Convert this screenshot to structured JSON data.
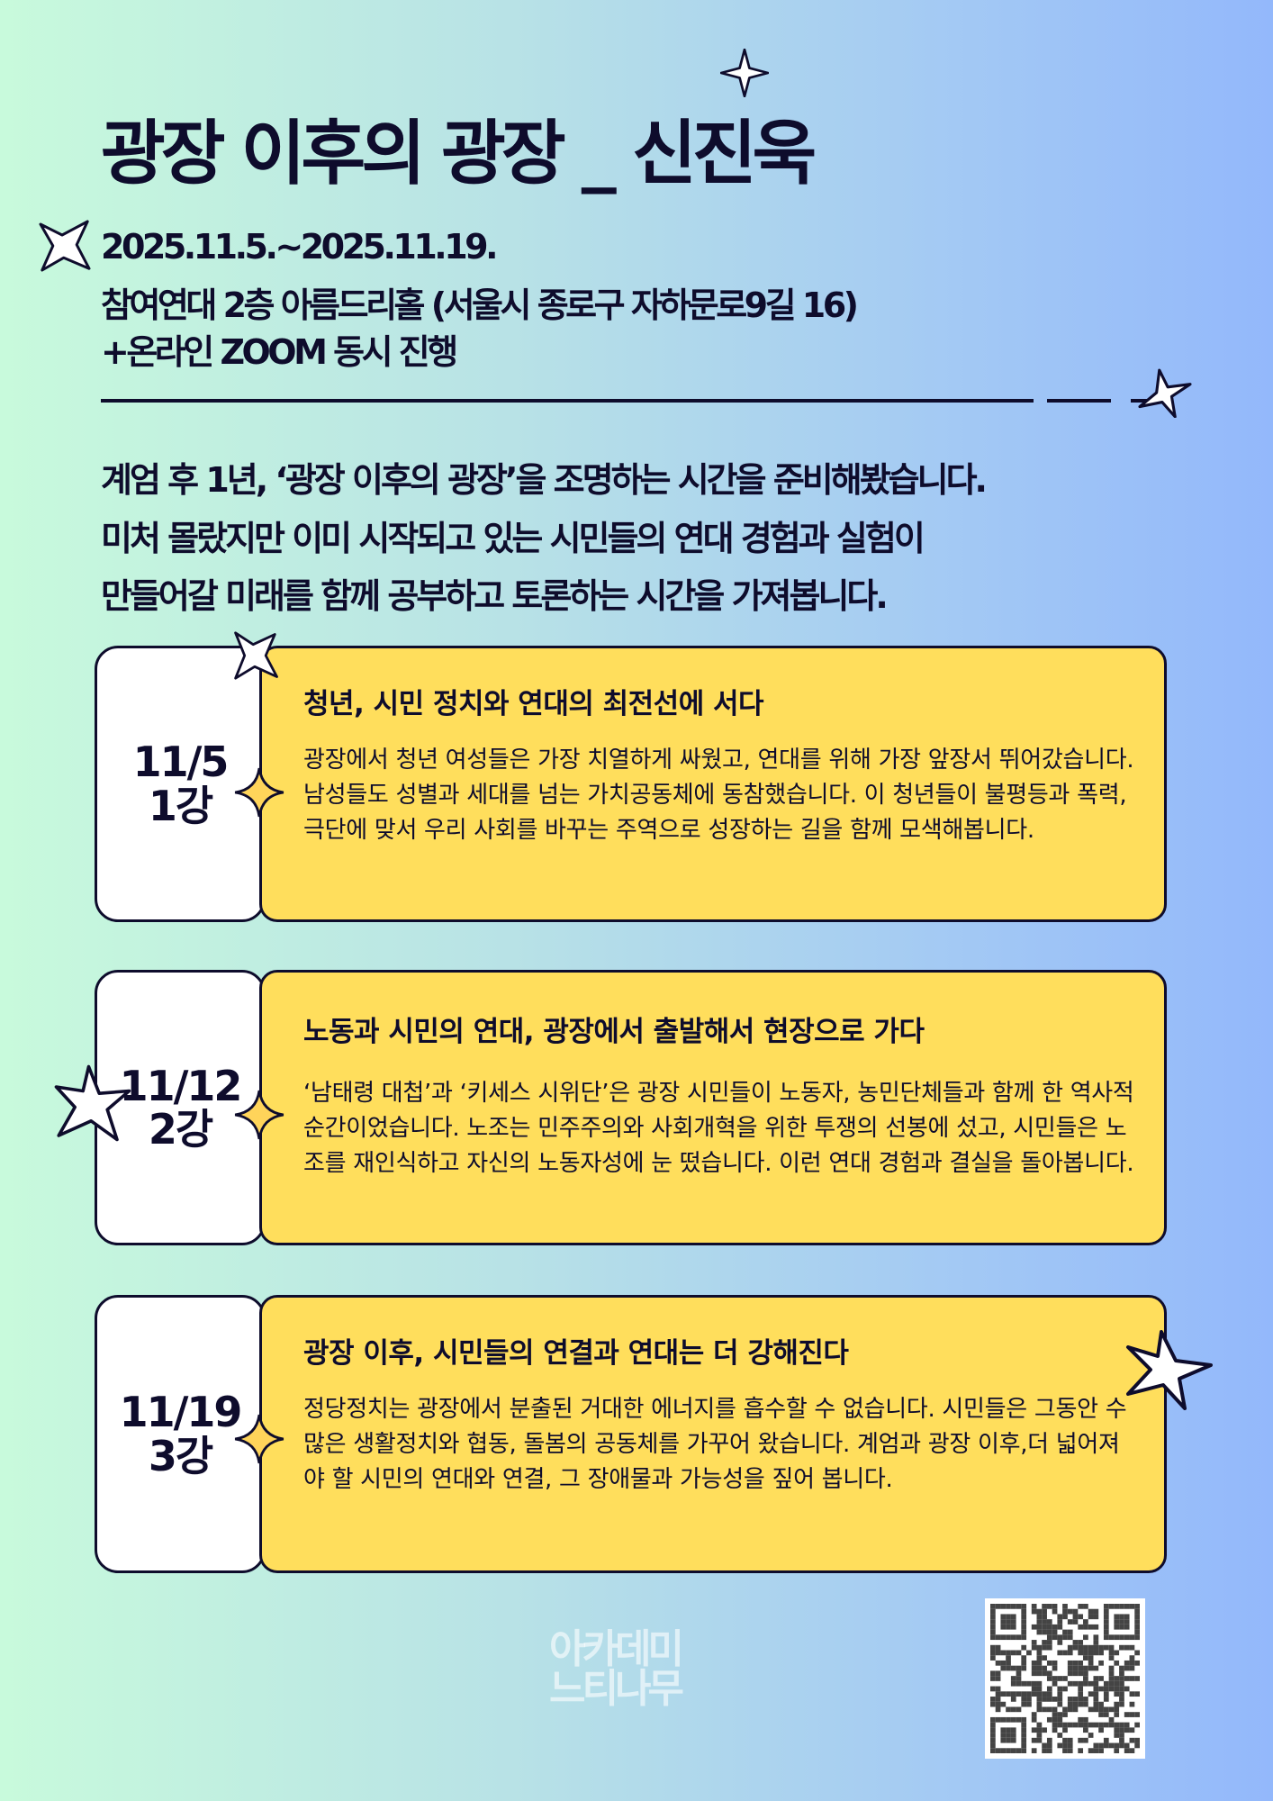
{
  "title": "광장 이후의 광장 _ 신진욱",
  "info": {
    "dates": "2025.11.5.~2025.11.19.",
    "venue": "참여연대 2층 아름드리홀 (서울시 종로구 자하문로9길 16)",
    "online": "+온라인 ZOOM 동시 진행"
  },
  "intro": [
    "계엄 후 1년, ‘광장 이후의 광장’을 조명하는 시간을 준비해봤습니다.",
    "미처 몰랐지만 이미 시작되고 있는 시민들의 연대 경험과 실험이",
    "만들어갈 미래를 함께 공부하고 토론하는 시간을 가져봅니다."
  ],
  "sessions": [
    {
      "date": "11/5",
      "num": "1강",
      "heading": "청년, 시민 정치와 연대의 최전선에 서다",
      "body": "광장에서 청년 여성들은 가장 치열하게 싸웠고, 연대를 위해 가장 앞장서 뛰어갔습니다. 남성들도 성별과 세대를 넘는 가치공동체에 동참했습니다. 이 청년들이 불평등과 폭력, 극단에 맞서 우리 사회를 바꾸는 주역으로 성장하는 길을 함께 모색해봅니다."
    },
    {
      "date": "11/12",
      "num": "2강",
      "heading": "노동과 시민의 연대, 광장에서 출발해서 현장으로 가다",
      "body": "‘남태령 대첩’과 ‘키세스 시위단’은 광장 시민들이 노동자, 농민단체들과 함께 한 역사적 순간이었습니다. 노조는 민주주의와 사회개혁을 위한 투쟁의 선봉에 섰고, 시민들은 노조를 재인식하고 자신의 노동자성에 눈 떴습니다. 이런 연대 경험과 결실을 돌아봅니다."
    },
    {
      "date": "11/19",
      "num": "3강",
      "heading": "광장 이후, 시민들의 연결과 연대는 더 강해진다",
      "body": "정당정치는 광장에서 분출된 거대한 에너지를 흡수할 수 없습니다. 시민들은 그동안 수많은 생활정치와 협동, 돌봄의 공동체를 가꾸어 왔습니다. 계엄과 광장 이후,더 넓어져야 할 시민의 연대와 연결, 그 장애물과 가능성을 짚어 봅니다."
    }
  ],
  "logo": {
    "line1": "아카데미",
    "line2": "느티나무"
  },
  "colors": {
    "card": "#ffde5c",
    "ink": "#0e0c2c",
    "bg_left": "#c8fadc",
    "bg_right": "#93b8fb"
  }
}
